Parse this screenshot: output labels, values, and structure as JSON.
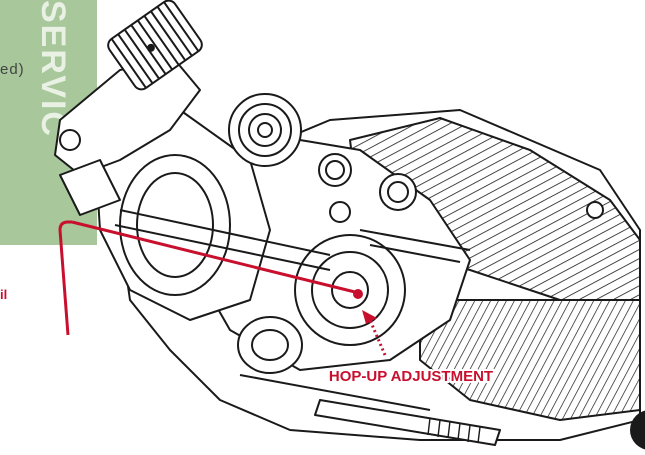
{
  "labels": {
    "partial_top": "ed)",
    "partial_left": "il",
    "hop_up": "HOP-UP ADJUSTMENT",
    "banner_partial": "SERVIC"
  },
  "colors": {
    "accent_red": "#c8102e",
    "banner_green": "#a8c79a",
    "line_art": "#1a1a1a"
  }
}
